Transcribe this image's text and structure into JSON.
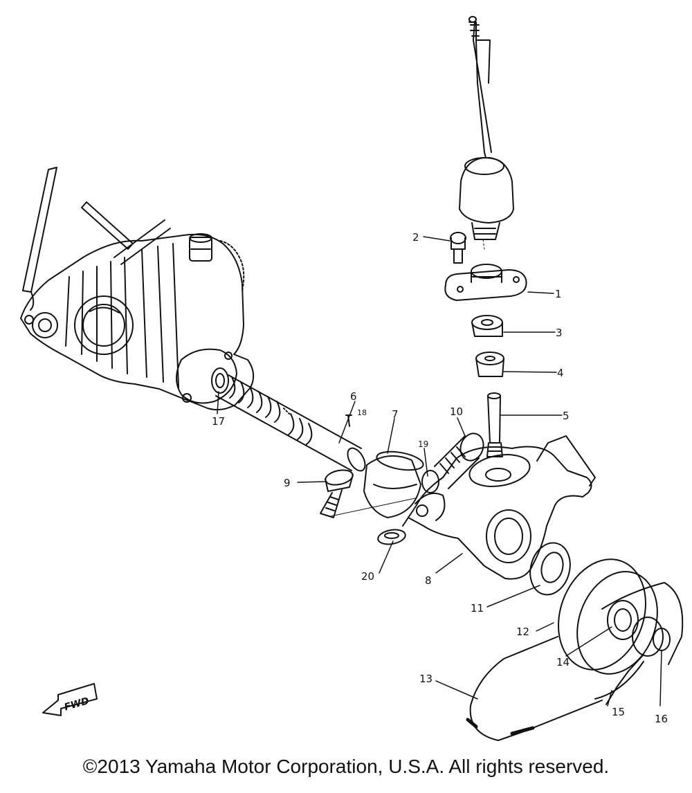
{
  "colors": {
    "ink": "#111111",
    "paper": "#ffffff"
  },
  "diagram": {
    "callouts": [
      {
        "id": "1",
        "label": "1"
      },
      {
        "id": "2",
        "label": "2"
      },
      {
        "id": "3",
        "label": "3"
      },
      {
        "id": "4",
        "label": "4"
      },
      {
        "id": "5",
        "label": "5"
      },
      {
        "id": "6",
        "label": "6"
      },
      {
        "id": "7",
        "label": "7"
      },
      {
        "id": "8",
        "label": "8"
      },
      {
        "id": "9",
        "label": "9"
      },
      {
        "id": "10",
        "label": "10"
      },
      {
        "id": "11",
        "label": "11"
      },
      {
        "id": "12",
        "label": "12"
      },
      {
        "id": "13",
        "label": "13"
      },
      {
        "id": "14",
        "label": "14"
      },
      {
        "id": "15",
        "label": "15"
      },
      {
        "id": "16",
        "label": "16"
      },
      {
        "id": "17",
        "label": "17"
      },
      {
        "id": "18",
        "label": "18"
      },
      {
        "id": "19",
        "label": "19"
      },
      {
        "id": "20",
        "label": "20"
      }
    ],
    "fwd_label": "FWD"
  },
  "footer": {
    "copyright": "©2013 Yamaha Motor Corporation, U.S.A. All rights reserved."
  }
}
